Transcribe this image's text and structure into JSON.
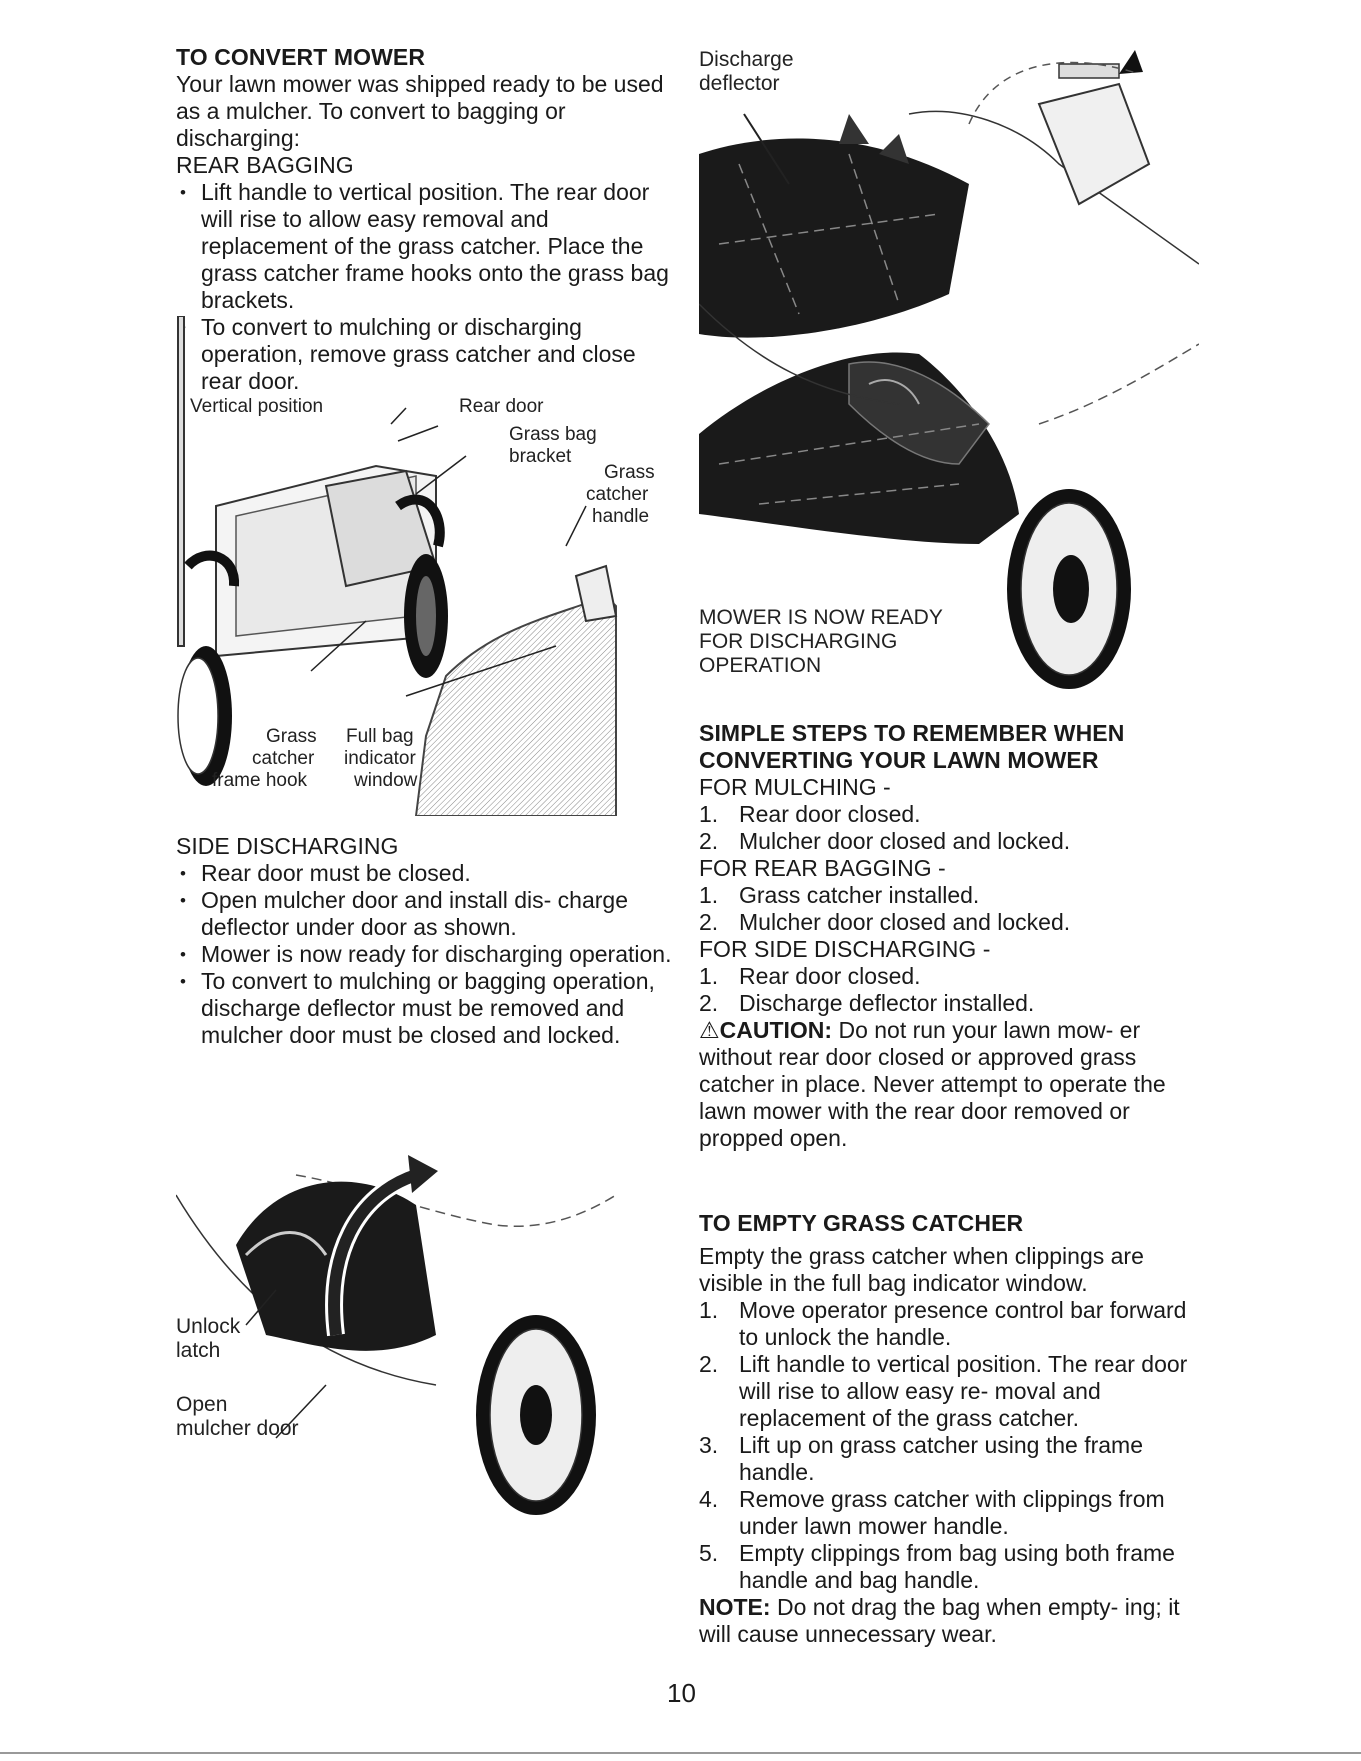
{
  "convert": {
    "heading": "TO CONVERT MOWER",
    "intro": "Your lawn mower was shipped ready to be used as a mulcher. To convert to bagging or discharging:",
    "rear_bagging": {
      "title": "REAR BAGGING",
      "items": [
        "Lift handle to vertical position. The rear door will rise to allow easy removal and replacement of the grass catcher. Place the grass catcher frame hooks onto the grass bag brackets.",
        "To convert to mulching or discharging operation, remove grass catcher and close rear door."
      ]
    },
    "side_discharging": {
      "title": "SIDE DISCHARGING",
      "items": [
        "Rear door must be closed.",
        "Open mulcher door and install dis- charge deflector under door as shown.",
        "Mower is now ready for discharging operation.",
        "To convert to mulching or bagging operation, discharge deflector must be removed and mulcher door must be closed and locked."
      ]
    }
  },
  "figure_bagging": {
    "vertical_position": "Vertical position",
    "rear_door": "Rear door",
    "grass_bag_bracket": [
      "Grass bag",
      "bracket"
    ],
    "grass_catcher_handle": [
      "Grass",
      "catcher",
      "handle"
    ],
    "frame_hook": [
      "Grass",
      "catcher",
      "frame hook"
    ],
    "full_bag_indicator": [
      "Full bag",
      "indicator",
      "window"
    ]
  },
  "figure_mulcher_door": {
    "unlock_latch": [
      "Unlock",
      "latch"
    ],
    "open_mulcher_door": [
      "Open",
      "mulcher door"
    ]
  },
  "figure_deflector": {
    "discharge_deflector": [
      "Discharge",
      "deflector"
    ],
    "ready": [
      "MOWER IS NOW READY",
      "FOR DISCHARGING",
      "OPERATION"
    ]
  },
  "simple_steps": {
    "heading": [
      "SIMPLE STEPS TO REMEMBER WHEN",
      "CONVERTING YOUR LAWN MOWER"
    ],
    "mulching": {
      "title": "FOR MULCHING -",
      "items": [
        "Rear door closed.",
        "Mulcher door closed and locked."
      ]
    },
    "rear_bagging": {
      "title": "FOR REAR BAGGING -",
      "items": [
        "Grass catcher installed.",
        "Mulcher door closed and locked."
      ]
    },
    "side_discharging": {
      "title": "FOR SIDE DISCHARGING -",
      "items": [
        "Rear door closed.",
        "Discharge deflector installed."
      ]
    },
    "caution_label": "CAUTION:",
    "caution_text": "Do not run your lawn mow- er without rear door closed or approved grass catcher in place. Never attempt to operate the lawn mower with the rear door removed or propped open."
  },
  "empty_catcher": {
    "heading": "TO EMPTY GRASS CATCHER",
    "intro": "Empty the grass catcher when clippings are visible in the full bag indicator window.",
    "steps": [
      "Move operator presence control bar forward to unlock the handle.",
      "Lift handle to vertical position. The rear door will rise to allow easy re- moval and replacement of the grass catcher.",
      "Lift up on grass catcher using the frame handle.",
      "Remove grass catcher with clippings from under lawn mower handle.",
      "Empty clippings from bag using both frame handle and bag handle."
    ],
    "note_label": "NOTE:",
    "note_text": "Do not drag the bag when empty- ing; it will cause unnecessary wear."
  },
  "page_number": "10",
  "numerals": [
    "1.",
    "2.",
    "3.",
    "4.",
    "5."
  ]
}
